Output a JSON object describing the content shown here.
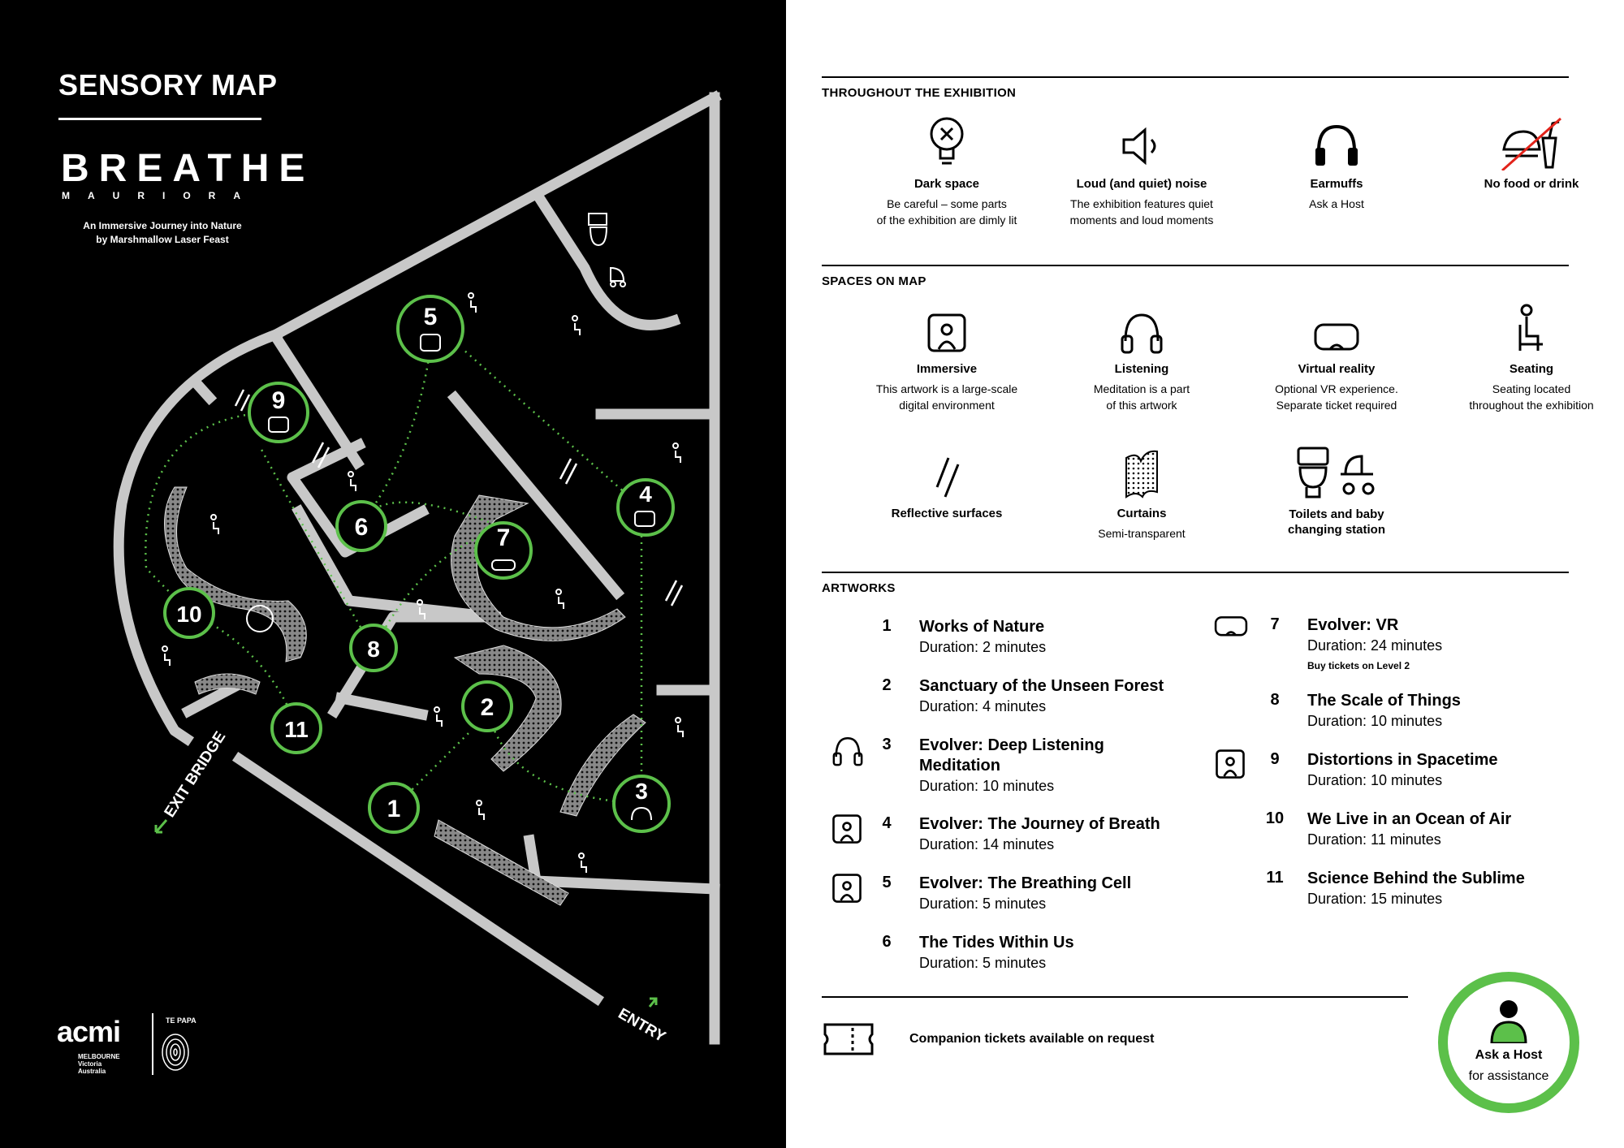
{
  "header": {
    "title": "SENSORY MAP",
    "brand": "BREATHE",
    "brand_sub": "MAURIORA",
    "tagline_1": "An Immersive Journey into Nature",
    "tagline_2": "by Marshmallow Laser Feast"
  },
  "map": {
    "exit_label": "EXIT BRIDGE",
    "entry_label": "ENTRY",
    "nodes": [
      "1",
      "2",
      "3",
      "4",
      "5",
      "6",
      "7",
      "8",
      "9",
      "10",
      "11"
    ],
    "accent_color": "#5cc04a"
  },
  "logos": {
    "acmi": "acmi",
    "vic_1": "MELBOURNE",
    "vic_2": "Victoria",
    "vic_3": "Australia",
    "tepapa": "TE PAPA"
  },
  "throughout": {
    "heading": "THROUGHOUT THE EXHIBITION",
    "items": [
      {
        "icon": "lightbulb-icon",
        "title": "Dark space",
        "desc_1": "Be careful – some parts",
        "desc_2": "of the exhibition are dimly lit"
      },
      {
        "icon": "speaker-icon",
        "title": "Loud (and quiet) noise",
        "desc_1": "The exhibition features quiet",
        "desc_2": "moments and loud moments"
      },
      {
        "icon": "earmuffs-icon",
        "title": "Earmuffs",
        "desc_1": "Ask a Host",
        "desc_2": ""
      },
      {
        "icon": "no-food-icon",
        "title": "No food or drink",
        "desc_1": "",
        "desc_2": ""
      }
    ]
  },
  "spaces": {
    "heading": "SPACES ON MAP",
    "items": [
      {
        "icon": "immersive-icon",
        "title": "Immersive",
        "desc_1": "This artwork is a large-scale",
        "desc_2": "digital environment"
      },
      {
        "icon": "headphones-icon",
        "title": "Listening",
        "desc_1": "Meditation is a part",
        "desc_2": "of this artwork"
      },
      {
        "icon": "vr-headset-icon",
        "title": "Virtual reality",
        "desc_1": "Optional VR experience.",
        "desc_2": "Separate ticket required"
      },
      {
        "icon": "seating-icon",
        "title": "Seating",
        "desc_1": "Seating located",
        "desc_2": "throughout the exhibition"
      },
      {
        "icon": "reflective-icon",
        "title": "Reflective surfaces",
        "desc_1": "",
        "desc_2": ""
      },
      {
        "icon": "curtain-icon",
        "title": "Curtains",
        "desc_1": "Semi-transparent",
        "desc_2": ""
      },
      {
        "icon": "toilet-baby-icon",
        "title_1": "Toilets and baby",
        "title_2": "changing station",
        "desc_1": "",
        "desc_2": ""
      }
    ]
  },
  "artworks": {
    "heading": "ARTWORKS",
    "items": [
      {
        "num": "1",
        "title": "Works of Nature",
        "duration": "Duration: 2 minutes",
        "icon": ""
      },
      {
        "num": "2",
        "title": "Sanctuary of the Unseen Forest",
        "duration": "Duration: 4 minutes",
        "icon": ""
      },
      {
        "num": "3",
        "title_1": "Evolver: Deep Listening",
        "title_2": "Meditation",
        "duration": "Duration: 10 minutes",
        "icon": "headphones-icon"
      },
      {
        "num": "4",
        "title": "Evolver: The Journey of Breath",
        "duration": "Duration: 14 minutes",
        "icon": "immersive-icon"
      },
      {
        "num": "5",
        "title": "Evolver: The Breathing Cell",
        "duration": "Duration: 5 minutes",
        "icon": "immersive-icon"
      },
      {
        "num": "6",
        "title": "The Tides Within Us",
        "duration": "Duration: 5 minutes",
        "icon": ""
      },
      {
        "num": "7",
        "title": "Evolver: VR",
        "duration": "Duration: 24 minutes",
        "extra": "Buy tickets on Level 2",
        "icon": "vr-headset-icon"
      },
      {
        "num": "8",
        "title": "The Scale of Things",
        "duration": "Duration: 10 minutes",
        "icon": ""
      },
      {
        "num": "9",
        "title": "Distortions in Spacetime",
        "duration": "Duration: 10 minutes",
        "icon": "immersive-icon"
      },
      {
        "num": "10",
        "title": "We Live in an Ocean of Air",
        "duration": "Duration: 11 minutes",
        "icon": ""
      },
      {
        "num": "11",
        "title": "Science Behind the Sublime",
        "duration": "Duration: 15 minutes",
        "icon": ""
      }
    ]
  },
  "footer": {
    "companion": "Companion tickets available on request",
    "host_title": "Ask a Host",
    "host_desc": "for assistance"
  }
}
